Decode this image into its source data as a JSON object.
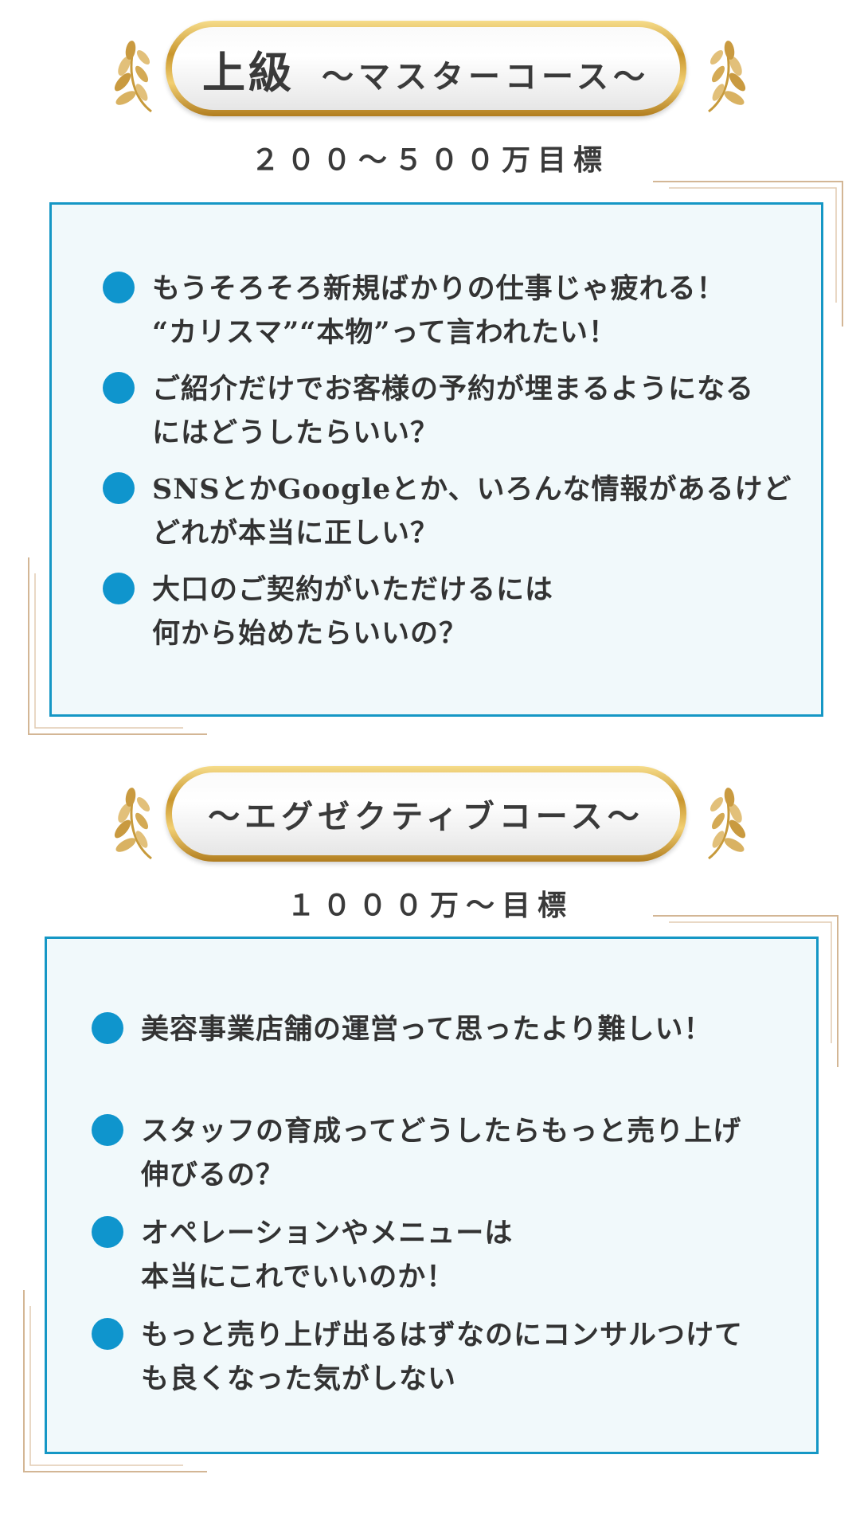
{
  "sections": [
    {
      "level": "上級",
      "title": "〜マスターコース〜",
      "goal": "２００〜５００万目標",
      "items": [
        {
          "line1": "もうそろそろ新規ばかりの仕事じゃ疲れる！",
          "line2": "“カリスマ”“本物”って言われたい！"
        },
        {
          "line1": "ご紹介だけでお客様の予約が埋まるようになる",
          "line2": "にはどうしたらいい？"
        },
        {
          "line1": "SNSとかGoogleとか、いろんな情報があるけど",
          "line2": "どれが本当に正しい？"
        },
        {
          "line1": "大口のご契約がいただけるには",
          "line2": "何から始めたらいいの？"
        }
      ]
    },
    {
      "level": "",
      "title": "〜エグゼクティブコース〜",
      "goal": "１０００万〜目標",
      "items": [
        {
          "line1": "美容事業店舗の運営って思ったより難しい！",
          "line2": ""
        },
        {
          "line1": "スタッフの育成ってどうしたらもっと売り上げ",
          "line2": "伸びるの？"
        },
        {
          "line1": "オペレーションやメニューは",
          "line2": "本当にこれでいいのか！"
        },
        {
          "line1": "もっと売り上げ出るはずなのにコンサルつけて",
          "line2": "も良くなった気がしない"
        }
      ]
    }
  ],
  "colors": {
    "accent": "#0f95cd",
    "border": "#1597c5",
    "box_bg": "#f1f9fb",
    "gold": "#c9962d"
  },
  "icons": {
    "bullet": "blue-dot-icon",
    "wreath": "laurel-icon"
  }
}
